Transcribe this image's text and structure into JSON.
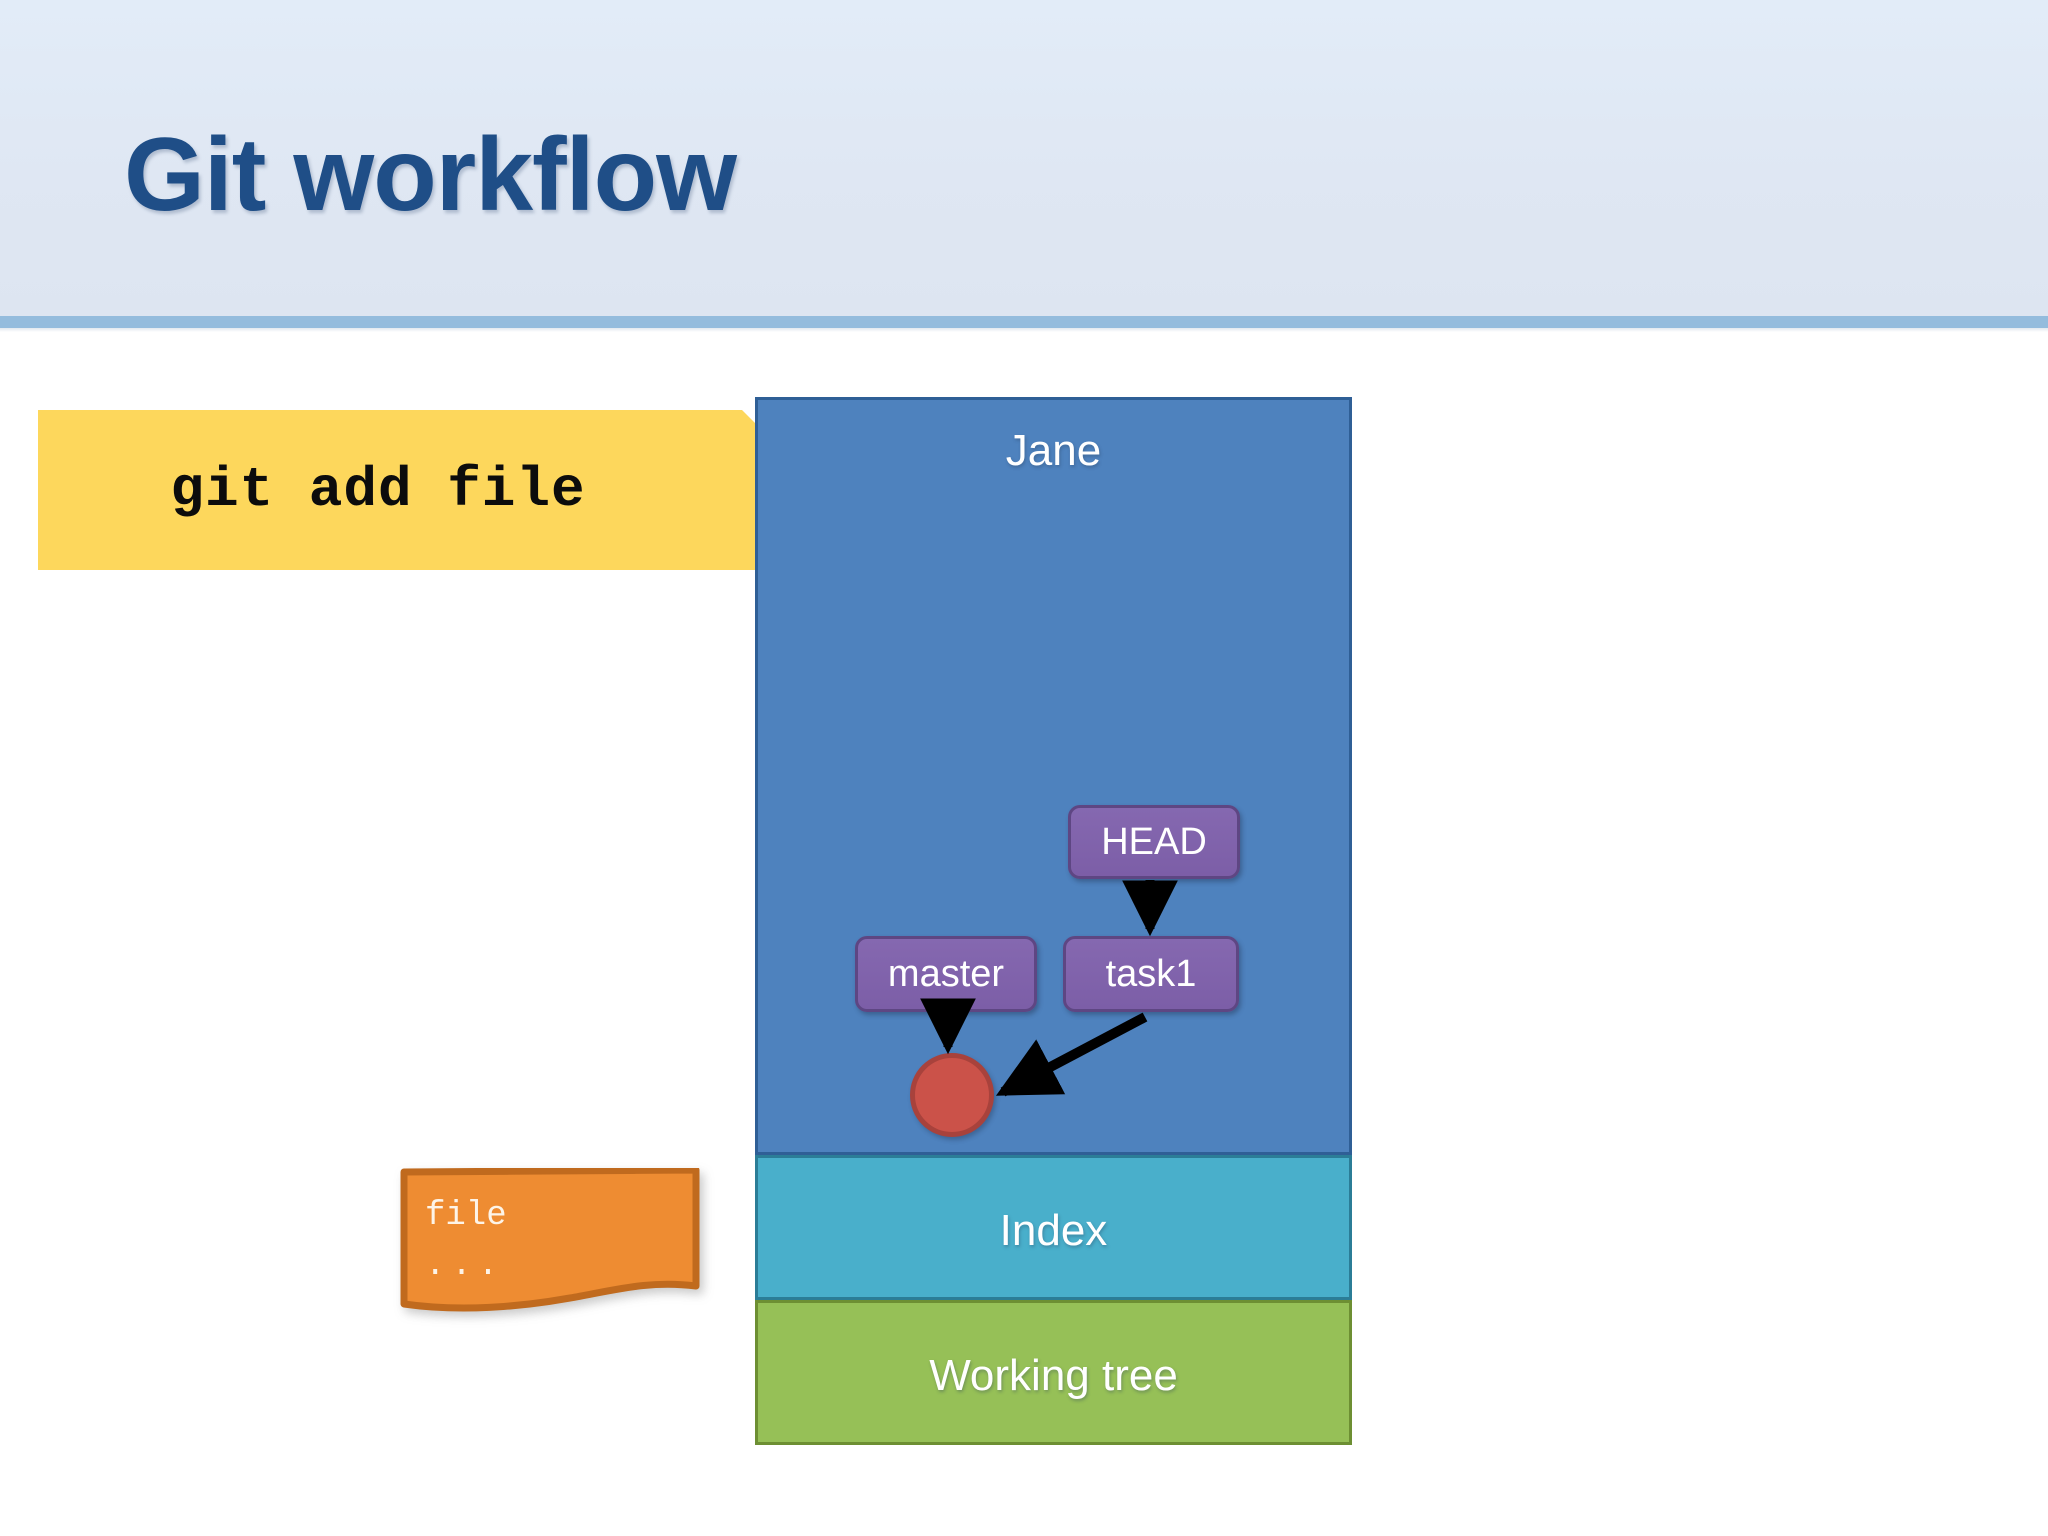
{
  "slide": {
    "title": "Git workflow",
    "title_color": "#1f4e87",
    "header_bg": "#dfe7f3",
    "header_rule_color": "#94bcdd",
    "background": "#ffffff"
  },
  "command_callout": {
    "text": "git add file",
    "bg_color": "#fdd75c",
    "text_color": "#0c0c0c"
  },
  "file_note": {
    "filename": "file",
    "contents": "...",
    "bg_color": "#ee8c32",
    "border_color": "#c06a1e",
    "text_color": "#fdf4e8"
  },
  "repository_panel": {
    "owner": "Jane",
    "bands": [
      {
        "label": "Jane",
        "name": "repository",
        "color": "#4e82be",
        "border_color": "#2f5f96"
      },
      {
        "label": "Index",
        "name": "index",
        "color": "#49afcb",
        "border_color": "#2b7d97"
      },
      {
        "label": "Working tree",
        "name": "working-tree",
        "color": "#96c057",
        "border_color": "#6d8f33"
      }
    ],
    "refs": [
      {
        "label": "HEAD",
        "name": "head"
      },
      {
        "label": "master",
        "name": "master"
      },
      {
        "label": "task1",
        "name": "task1"
      }
    ],
    "ref_box_color": "#7c5ea7",
    "ref_box_border": "#5e4683",
    "ref_text_color": "#ffffff",
    "commit_node": {
      "name": "commit",
      "color": "#cb5249",
      "border_color": "#a8423c"
    },
    "arrows": [
      {
        "name": "head-to-task1",
        "from": "HEAD",
        "to": "task1"
      },
      {
        "name": "master-to-commit",
        "from": "master",
        "to": "commit"
      },
      {
        "name": "task1-to-commit",
        "from": "task1",
        "to": "commit"
      }
    ],
    "arrow_color": "#000000"
  }
}
